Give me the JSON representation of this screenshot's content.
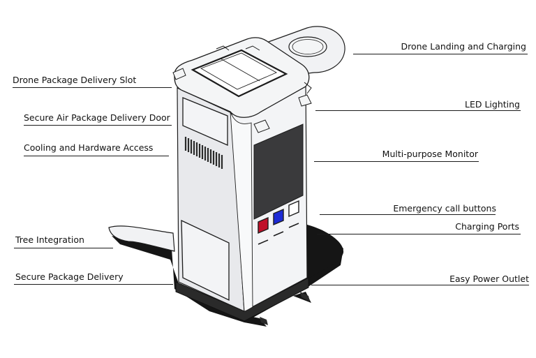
{
  "colors": {
    "body": "#f1f2f4",
    "outline": "#1c1c1c",
    "monitor": "#3a3a3c",
    "shadow": "#151515",
    "button_red": "#c0112a",
    "button_blue": "#1d2bd6",
    "button_white": "#ffffff"
  },
  "labels": {
    "drone_landing": "Drone Landing and Charging",
    "drone_slot": "Drone Package Delivery Slot",
    "led": "LED Lighting",
    "air_door": "Secure Air Package Delivery Door",
    "cooling": "Cooling and Hardware Access",
    "monitor": "Multi-purpose Monitor",
    "emergency": "Emergency call buttons",
    "charging": "Charging Ports",
    "tree": "Tree Integration",
    "secure_delivery": "Secure Package Delivery",
    "power": "Easy Power Outlet"
  }
}
